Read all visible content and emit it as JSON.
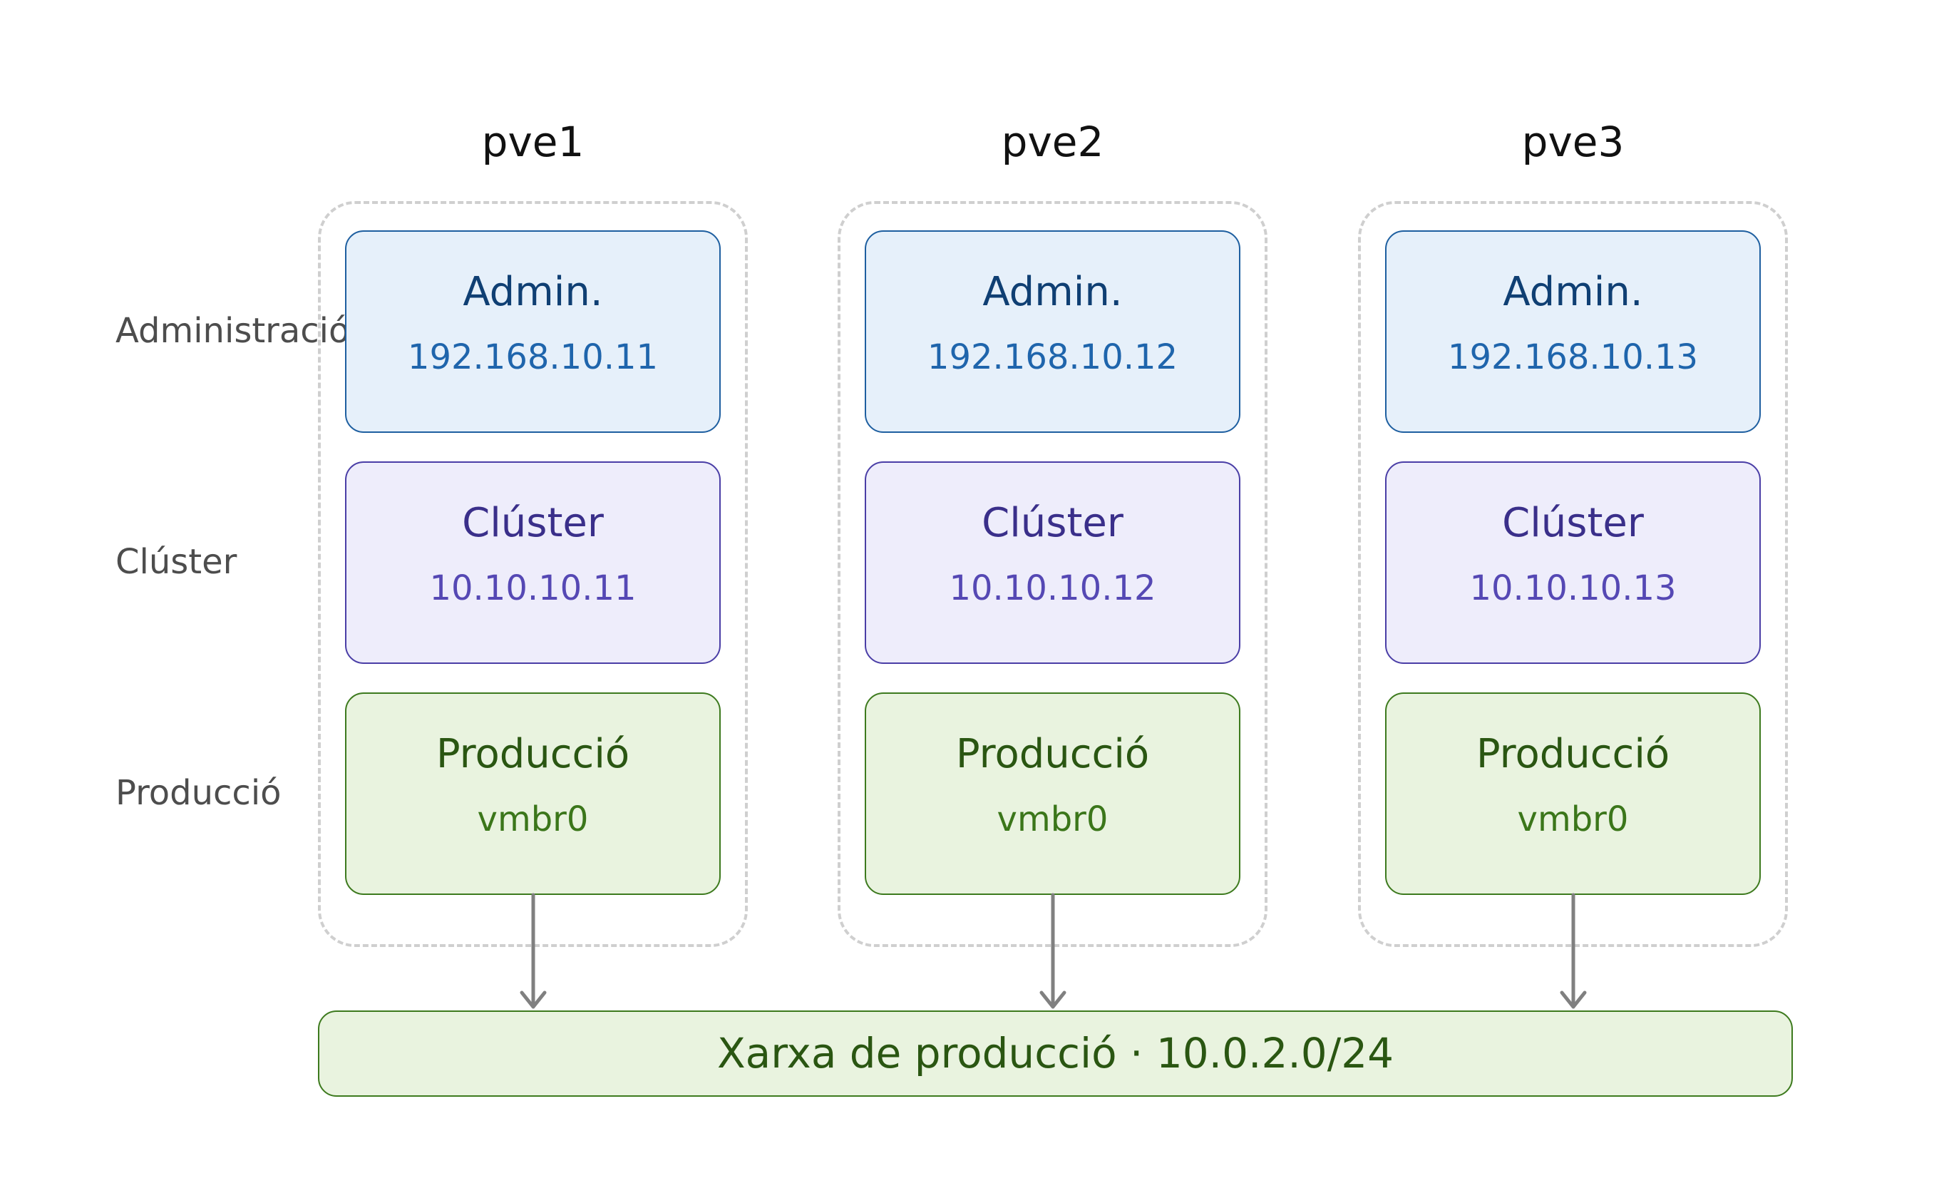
{
  "row_labels": {
    "admin": "Administració",
    "cluster": "Clúster",
    "production": "Producció"
  },
  "nodes": [
    {
      "title": "pve1",
      "admin": {
        "name": "Admin.",
        "address": "192.168.10.11"
      },
      "cluster": {
        "name": "Clúster",
        "address": "10.10.10.11"
      },
      "production": {
        "name": "Producció",
        "address": "vmbr0"
      }
    },
    {
      "title": "pve2",
      "admin": {
        "name": "Admin.",
        "address": "192.168.10.12"
      },
      "cluster": {
        "name": "Clúster",
        "address": "10.10.10.12"
      },
      "production": {
        "name": "Producció",
        "address": "vmbr0"
      }
    },
    {
      "title": "pve3",
      "admin": {
        "name": "Admin.",
        "address": "192.168.10.13"
      },
      "cluster": {
        "name": "Clúster",
        "address": "10.10.10.13"
      },
      "production": {
        "name": "Producció",
        "address": "vmbr0"
      }
    }
  ],
  "production_network": {
    "label": "Xarxa de producció · 10.0.2.0/24"
  },
  "colors": {
    "admin_fill": "#e6f0fa",
    "admin_border": "#1e5fa0",
    "cluster_fill": "#eeedfb",
    "cluster_border": "#4a3ea6",
    "production_fill": "#e9f3df",
    "production_border": "#3d7a1e",
    "connector": "#808080",
    "node_frame": "#cfcfcf"
  }
}
